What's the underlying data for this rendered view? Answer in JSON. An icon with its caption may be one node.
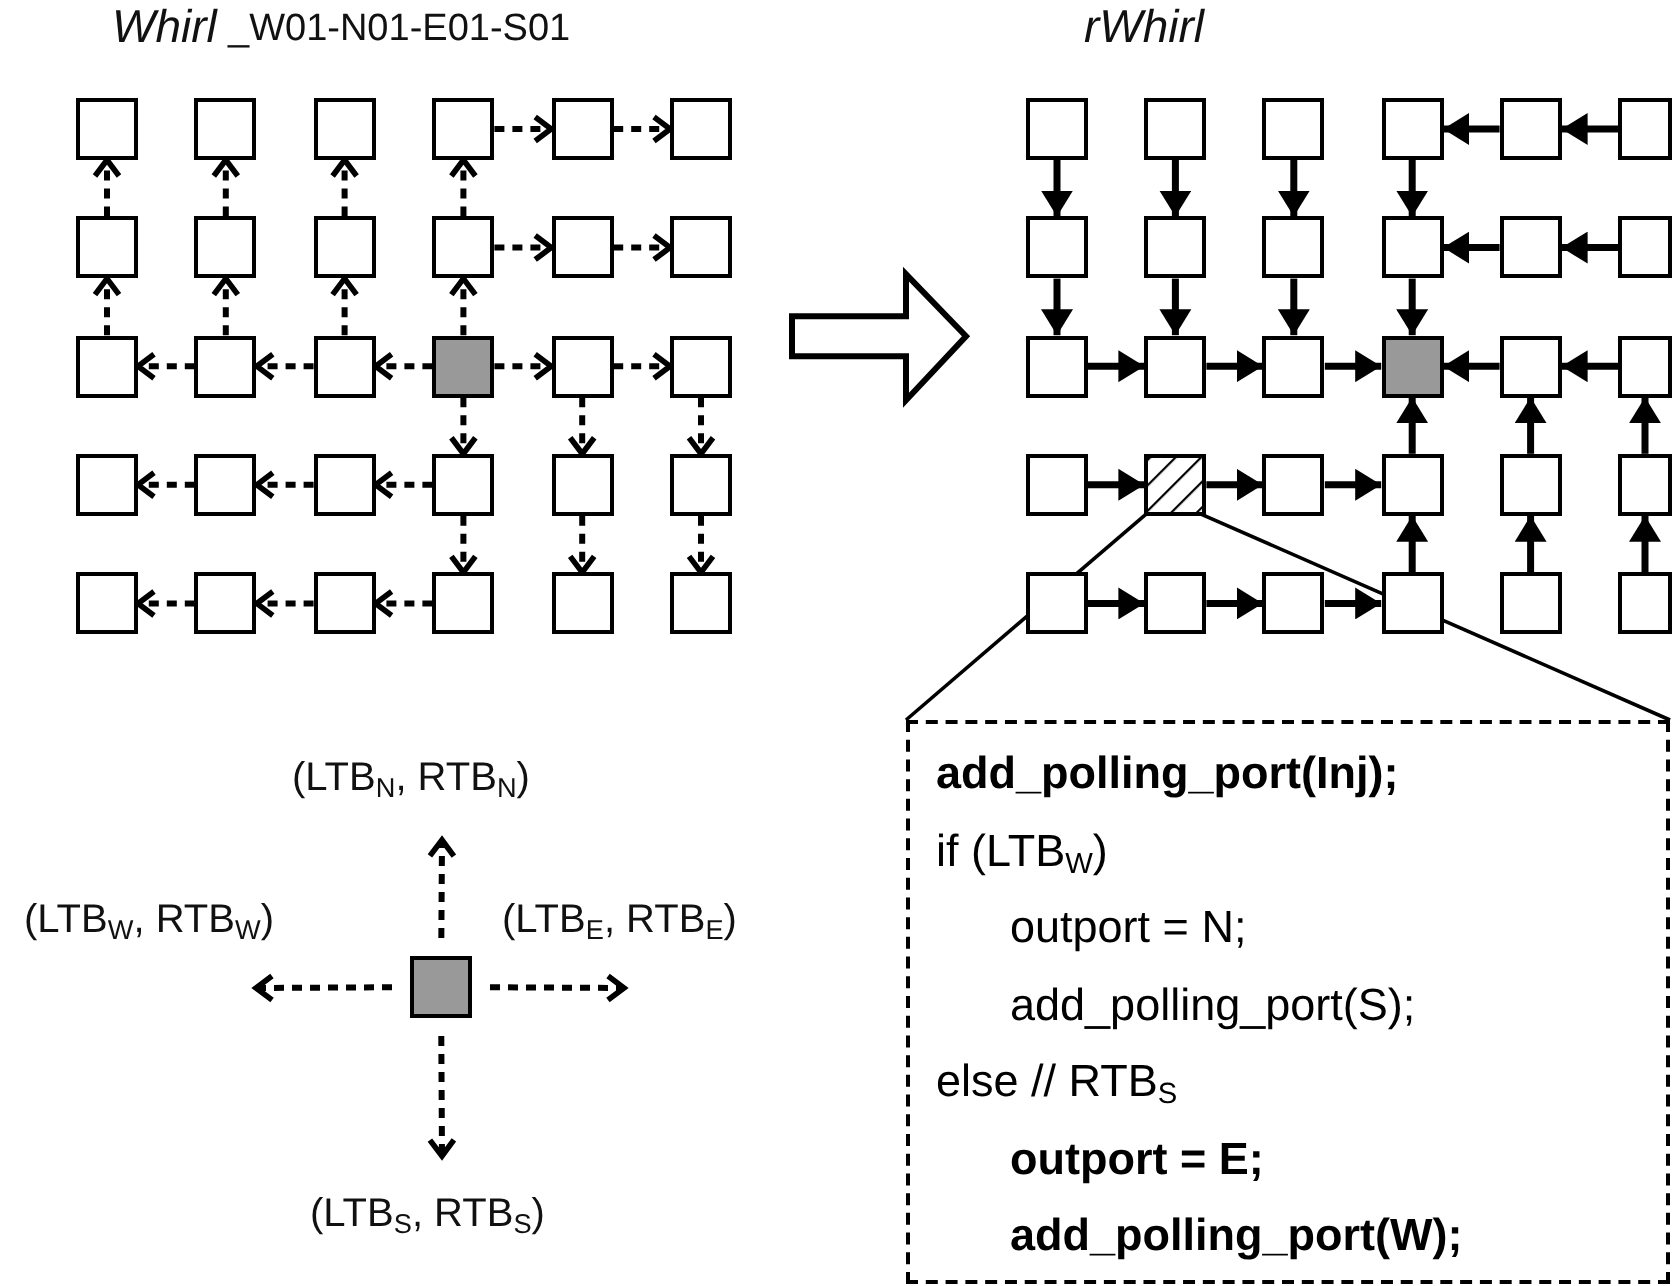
{
  "diagram": {
    "nodes": [
      {
        "text": [],
        "shape": "box"
      },
      {
        "text": [],
        "shape": "box"
      },
      {
        "text": [],
        "shape": "box"
      },
      {
        "text": [],
        "shape": "box"
      },
      {
        "text": [],
        "shape": "box"
      },
      {
        "text": [],
        "shape": "box"
      },
      {
        "text": [],
        "shape": "box"
      },
      {
        "text": [],
        "shape": "box"
      },
      {
        "text": [],
        "shape": "box"
      },
      {
        "text": [],
        "shape": "box"
      },
      {
        "text": [],
        "shape": "box"
      },
      {
        "text": [],
        "shape": "box"
      },
      {
        "text": [],
        "shape": "box"
      },
      {
        "text": [],
        "shape": "box"
      },
      {
        "text": [],
        "shape": "box"
      },
      {
        "text": [],
        "shape": "box"
      },
      {
        "text": [],
        "shape": "box"
      },
      {
        "text": [],
        "shape": "box"
      },
      {
        "text": [],
        "shape": "box"
      },
      {
        "text": [],
        "shape": "box"
      },
      {
        "text": [],
        "shape": "box"
      },
      {
        "text": [],
        "shape": "box"
      },
      {
        "text": [],
        "shape": "box"
      },
      {
        "text": [],
        "shape": "box"
      },
      {
        "text": [],
        "shape": "box"
      },
      {
        "text": [],
        "shape": "box"
      },
      {
        "text": [],
        "shape": "box"
      },
      {
        "text": [],
        "shape": "box"
      },
      {
        "text": [],
        "shape": "box"
      },
      {
        "text": [],
        "shape": "box"
      },
      {
        "text": [],
        "shape": "box"
      },
      {
        "text": [],
        "shape": "box"
      },
      {
        "text": [],
        "shape": "box"
      },
      {
        "text": [],
        "shape": "box"
      },
      {
        "text": [],
        "shape": "box"
      },
      {
        "text": [],
        "shape": "box"
      },
      {
        "text": [],
        "shape": "box"
      },
      {
        "text": [],
        "shape": "box"
      },
      {
        "text": [],
        "shape": "box"
      },
      {
        "text": [],
        "shape": "box"
      },
      {
        "text": [],
        "shape": "box"
      },
      {
        "text": [],
        "shape": "box"
      },
      {
        "text": [],
        "shape": "box"
      },
      {
        "text": [],
        "shape": "box"
      },
      {
        "text": [],
        "shape": "box"
      },
      {
        "text": [],
        "shape": "box"
      },
      {
        "text": [],
        "shape": "box"
      },
      {
        "text": [],
        "shape": "box"
      },
      {
        "text": [],
        "shape": "box"
      },
      {
        "text": [],
        "shape": "box"
      },
      {
        "text": [],
        "shape": "box"
      },
      {
        "text": [],
        "shape": "box"
      },
      {
        "text": [],
        "shape": "box"
      },
      {
        "text": [],
        "shape": "box"
      },
      {
        "text": [],
        "shape": "box"
      },
      {
        "text": [],
        "shape": "box"
      },
      {
        "text": [],
        "shape": "box"
      },
      {
        "text": [],
        "shape": "box"
      },
      {
        "text": [],
        "shape": "box"
      },
      {
        "text": [],
        "shape": "box"
      },
      {
        "text": [],
        "shape": "box"
      },
      {
        "text": [
          "**add_polling_port(Inj);**",
          "if (LTB$_{W}$)",
          "outport = N;",
          "add_polling_port(S);",
          "else // RTB$_{S}$",
          "**outport = E;**",
          "**add_polling_port(W);**"
        ]
      }
    ],
    "edges": [
      {
        "from": 3,
        "to": 4,
        "arrow": "to",
        "style": "dashed"
      },
      {
        "from": 4,
        "to": 5,
        "arrow": "to",
        "style": "dashed"
      },
      {
        "from": 9,
        "to": 10,
        "arrow": "to",
        "style": "dashed"
      },
      {
        "from": 10,
        "to": 11,
        "arrow": "to",
        "style": "dashed"
      },
      {
        "from": 15,
        "to": 16,
        "arrow": "to",
        "style": "dashed"
      },
      {
        "from": 16,
        "to": 17,
        "arrow": "to",
        "style": "dashed"
      },
      {
        "from": 15,
        "to": 14,
        "arrow": "to",
        "style": "dashed"
      },
      {
        "from": 14,
        "to": 13,
        "arrow": "to",
        "style": "dashed"
      },
      {
        "from": 13,
        "to": 12,
        "arrow": "to",
        "style": "dashed"
      },
      {
        "from": 12,
        "to": 6,
        "arrow": "to",
        "style": "dashed"
      },
      {
        "from": 6,
        "to": 0,
        "arrow": "to",
        "style": "dashed"
      },
      {
        "from": 13,
        "to": 7,
        "arrow": "to",
        "style": "dashed"
      },
      {
        "from": 7,
        "to": 1,
        "arrow": "to",
        "style": "dashed"
      },
      {
        "from": 14,
        "to": 8,
        "arrow": "to",
        "style": "dashed"
      },
      {
        "from": 8,
        "to": 2,
        "arrow": "to",
        "style": "dashed"
      },
      {
        "from": 15,
        "to": 9,
        "arrow": "to",
        "style": "dashed"
      },
      {
        "from": 9,
        "to": 3,
        "arrow": "to",
        "style": "dashed"
      },
      {
        "from": 15,
        "to": 21,
        "arrow": "to",
        "style": "dashed"
      },
      {
        "from": 21,
        "to": 27,
        "arrow": "to",
        "style": "dashed"
      },
      {
        "from": 16,
        "to": 22,
        "arrow": "to",
        "style": "dashed"
      },
      {
        "from": 22,
        "to": 28,
        "arrow": "to",
        "style": "dashed"
      },
      {
        "from": 17,
        "to": 23,
        "arrow": "to",
        "style": "dashed"
      },
      {
        "from": 23,
        "to": 29,
        "arrow": "to",
        "style": "dashed"
      },
      {
        "from": 21,
        "to": 20,
        "arrow": "to",
        "style": "dashed"
      },
      {
        "from": 20,
        "to": 19,
        "arrow": "to",
        "style": "dashed"
      },
      {
        "from": 19,
        "to": 18,
        "arrow": "to",
        "style": "dashed"
      },
      {
        "from": 27,
        "to": 26,
        "arrow": "to",
        "style": "dashed"
      },
      {
        "from": 26,
        "to": 25,
        "arrow": "to",
        "style": "dashed"
      },
      {
        "from": 25,
        "to": 24,
        "arrow": "to",
        "style": "dashed"
      },
      {
        "from": 35,
        "to": 34,
        "arrow": "to"
      },
      {
        "from": 34,
        "to": 33,
        "arrow": "to"
      },
      {
        "from": 41,
        "to": 40,
        "arrow": "to"
      },
      {
        "from": 40,
        "to": 39,
        "arrow": "to"
      },
      {
        "from": 47,
        "to": 46,
        "arrow": "to"
      },
      {
        "from": 46,
        "to": 45,
        "arrow": "to"
      },
      {
        "from": 42,
        "to": 43,
        "arrow": "to"
      },
      {
        "from": 43,
        "to": 44,
        "arrow": "to"
      },
      {
        "from": 44,
        "to": 45,
        "arrow": "to"
      },
      {
        "from": 30,
        "to": 36,
        "arrow": "to"
      },
      {
        "from": 36,
        "to": 42,
        "arrow": "to"
      },
      {
        "from": 31,
        "to": 37,
        "arrow": "to"
      },
      {
        "from": 37,
        "to": 43,
        "arrow": "to"
      },
      {
        "from": 32,
        "to": 38,
        "arrow": "to"
      },
      {
        "from": 38,
        "to": 44,
        "arrow": "to"
      },
      {
        "from": 33,
        "to": 39,
        "arrow": "to"
      },
      {
        "from": 39,
        "to": 45,
        "arrow": "to"
      },
      {
        "from": 57,
        "to": 51,
        "arrow": "to"
      },
      {
        "from": 51,
        "to": 45,
        "arrow": "to"
      },
      {
        "from": 58,
        "to": 52,
        "arrow": "to"
      },
      {
        "from": 52,
        "to": 46,
        "arrow": "to"
      },
      {
        "from": 59,
        "to": 53,
        "arrow": "to"
      },
      {
        "from": 53,
        "to": 47,
        "arrow": "to"
      },
      {
        "from": 48,
        "to": 49,
        "arrow": "to"
      },
      {
        "from": 49,
        "to": 50,
        "arrow": "to"
      },
      {
        "from": 50,
        "to": 51,
        "arrow": "to"
      },
      {
        "from": 54,
        "to": 55,
        "arrow": "to"
      },
      {
        "from": 55,
        "to": 56,
        "arrow": "to"
      },
      {
        "from": 56,
        "to": 57,
        "arrow": "to"
      },
      {
        "from": 60,
        "to": null,
        "arrow": "to",
        "style": "dashed"
      },
      {
        "from": 60,
        "to": null,
        "arrow": "to",
        "style": "dashed"
      },
      {
        "from": 60,
        "to": null,
        "arrow": "to",
        "style": "dashed"
      },
      {
        "from": 60,
        "to": null,
        "arrow": "to",
        "style": "dashed"
      },
      {
        "from": 49,
        "to": 61,
        "arrow": "none"
      },
      {
        "from": 49,
        "to": 61,
        "arrow": "none"
      },
      {
        "from": 17,
        "to": 42,
        "arrow": "to",
        "style": "thick"
      }
    ],
    "labels": [
      "Whirl",
      "_W01-N01-E01-S01",
      "rWhirl",
      "(LTB$_{N}$, RTB$_{N}$)",
      "(LTB$_{W}$, RTB$_{W}$)",
      "(LTB$_{E}$, RTB$_{E}$)",
      "(LTB$_{S}$, RTB$_{S}$)"
    ]
  }
}
